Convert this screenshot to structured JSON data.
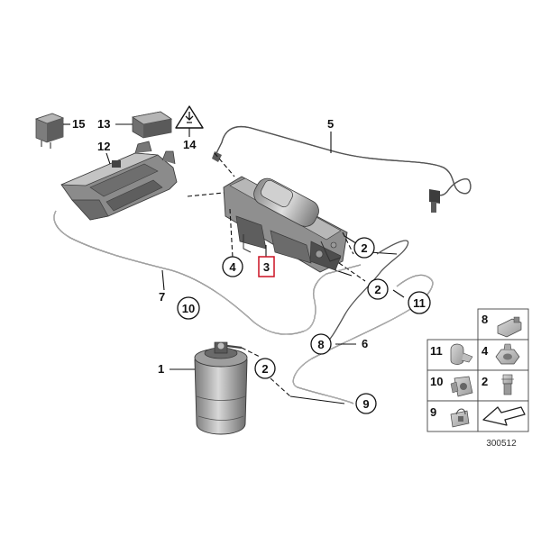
{
  "diagram": {
    "callouts": {
      "c1": "1",
      "c2a": "2",
      "c2b": "2",
      "c2c": "2",
      "c3": "3",
      "c4": "4",
      "c5": "5",
      "c6": "6",
      "c7": "7",
      "c8": "8",
      "c9": "9",
      "c10": "10",
      "c11": "11",
      "c12": "12",
      "c13": "13",
      "c14": "14",
      "c15": "15"
    },
    "legend": {
      "l8": "8",
      "l11": "11",
      "l4": "4",
      "l10": "10",
      "l2": "2",
      "l9": "9"
    },
    "drawing_number": "300512",
    "highlight_color": "#cc1122"
  }
}
